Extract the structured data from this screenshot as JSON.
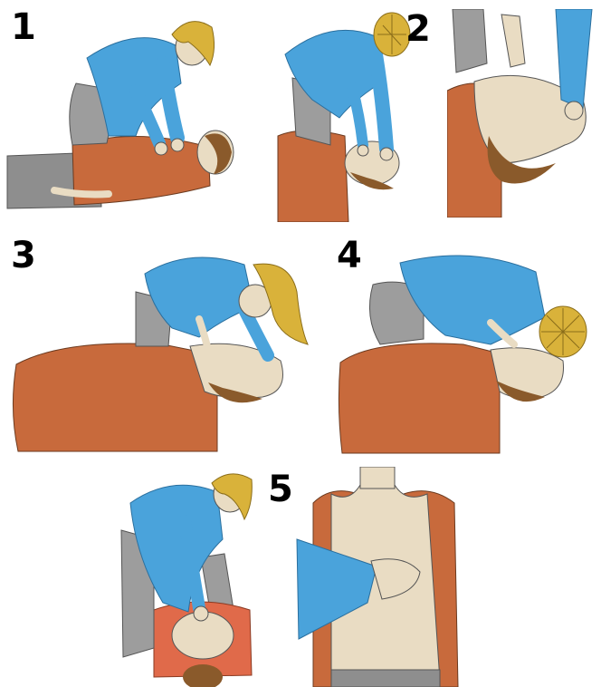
{
  "steps": [
    {
      "number": "1"
    },
    {
      "number": "2"
    },
    {
      "number": "3"
    },
    {
      "number": "4"
    },
    {
      "number": "5"
    }
  ],
  "colors": {
    "rescuer_shirt": "#4aa3db",
    "rescuer_pants": "#9d9d9d",
    "rescuer_hair": "#d9b23a",
    "patient_shirt": "#c86a3c",
    "patient_skin": "#e9dcc3",
    "patient_hair": "#8a5a2b",
    "patient_pants": "#8e8e8e",
    "background": "#ffffff"
  }
}
